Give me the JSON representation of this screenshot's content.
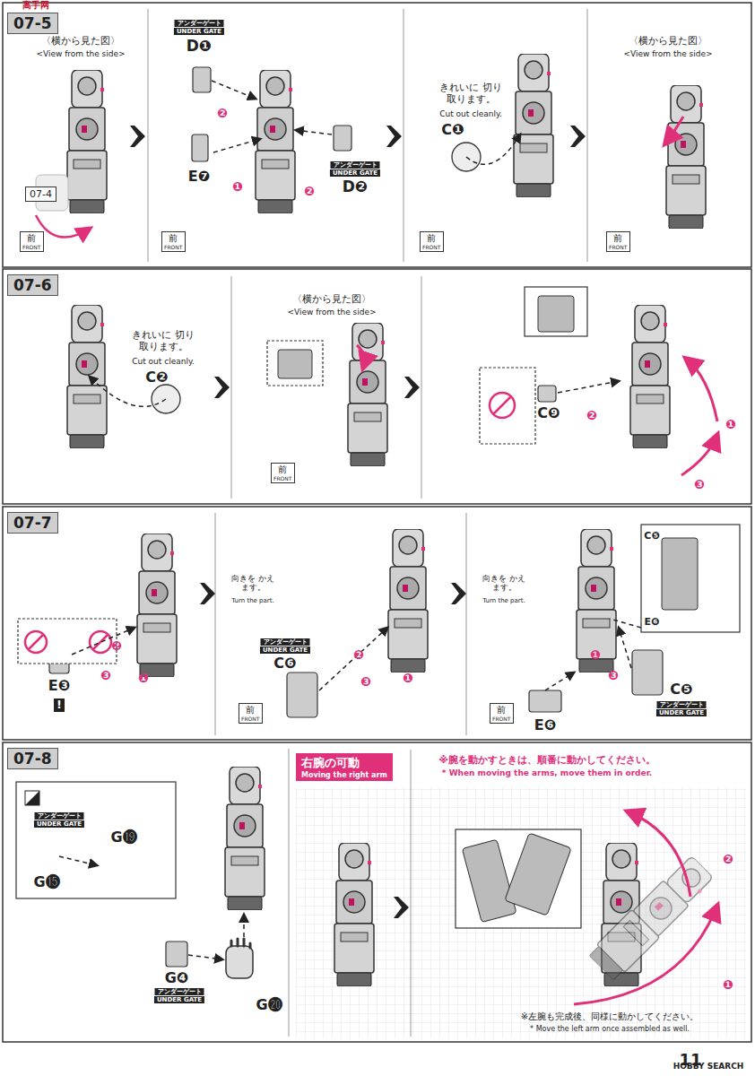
{
  "diagram": {
    "nodes": [
      {
        "text": [
          "07-5"
        ]
      },
      {
        "text": [
          "07-4"
        ]
      },
      {
        "text": [
          "07-6"
        ]
      },
      {
        "text": [
          "07-7"
        ]
      },
      {
        "text": [
          "07-8"
        ]
      },
      {
        "text": [
          "右腕の可動",
          "Moving the right arm"
        ]
      },
      {
        "text": [
          "前",
          "FRONT"
        ]
      },
      {
        "text": [
          "前",
          "FRONT"
        ]
      },
      {
        "text": [
          "前",
          "FRONT"
        ]
      },
      {
        "text": [
          "前",
          "FRONT"
        ]
      },
      {
        "text": [
          "前",
          "FRONT"
        ]
      },
      {
        "text": [
          "前",
          "FRONT"
        ]
      },
      {
        "text": [
          "前",
          "FRONT"
        ]
      }
    ],
    "labels": [
      "〈横から見た図〉",
      "<View from the side>",
      "アンダーゲート",
      "UNDER GATE",
      "D❶",
      "❷",
      "E❼",
      "❶",
      "❷",
      "アンダーゲート",
      "UNDER GATE",
      "D❷",
      "きれいに 切り取ります。",
      "Cut out cleanly.",
      "C❶",
      "〈横から見た図〉",
      "<View from the side>",
      "きれいに 切り取ります。",
      "Cut out cleanly.",
      "C❷",
      "〈横から見た図〉",
      "<View from the side>",
      "C❾",
      "❷",
      "❶",
      "❸",
      "E❸",
      "!",
      "❷",
      "❸",
      "❶",
      "向きを かえます。",
      "Turn the part.",
      "アンダーゲート",
      "UNDER GATE",
      "C❻",
      "❷",
      "❸",
      "❶",
      "向きを かえます。",
      "Turn the part.",
      "C❺",
      "E❻",
      "❶",
      "❸",
      "C❺",
      "アンダーゲート",
      "UNDER GATE",
      "E❻",
      "アンダーゲート",
      "UNDER GATE",
      "G⓯",
      "G⓳",
      "G❹",
      "アンダーゲート",
      "UNDER GATE",
      "G⓴",
      "※腕を動かすときは、順番に動かしてください。",
      "* When moving the arms, move them in order.",
      "❷",
      "❶",
      "※左腕も完成後、同様に動かしてください。",
      "* Move the left arm once assembled as well.",
      "11",
      "高手网",
      "HOBBY SEARCH"
    ]
  }
}
